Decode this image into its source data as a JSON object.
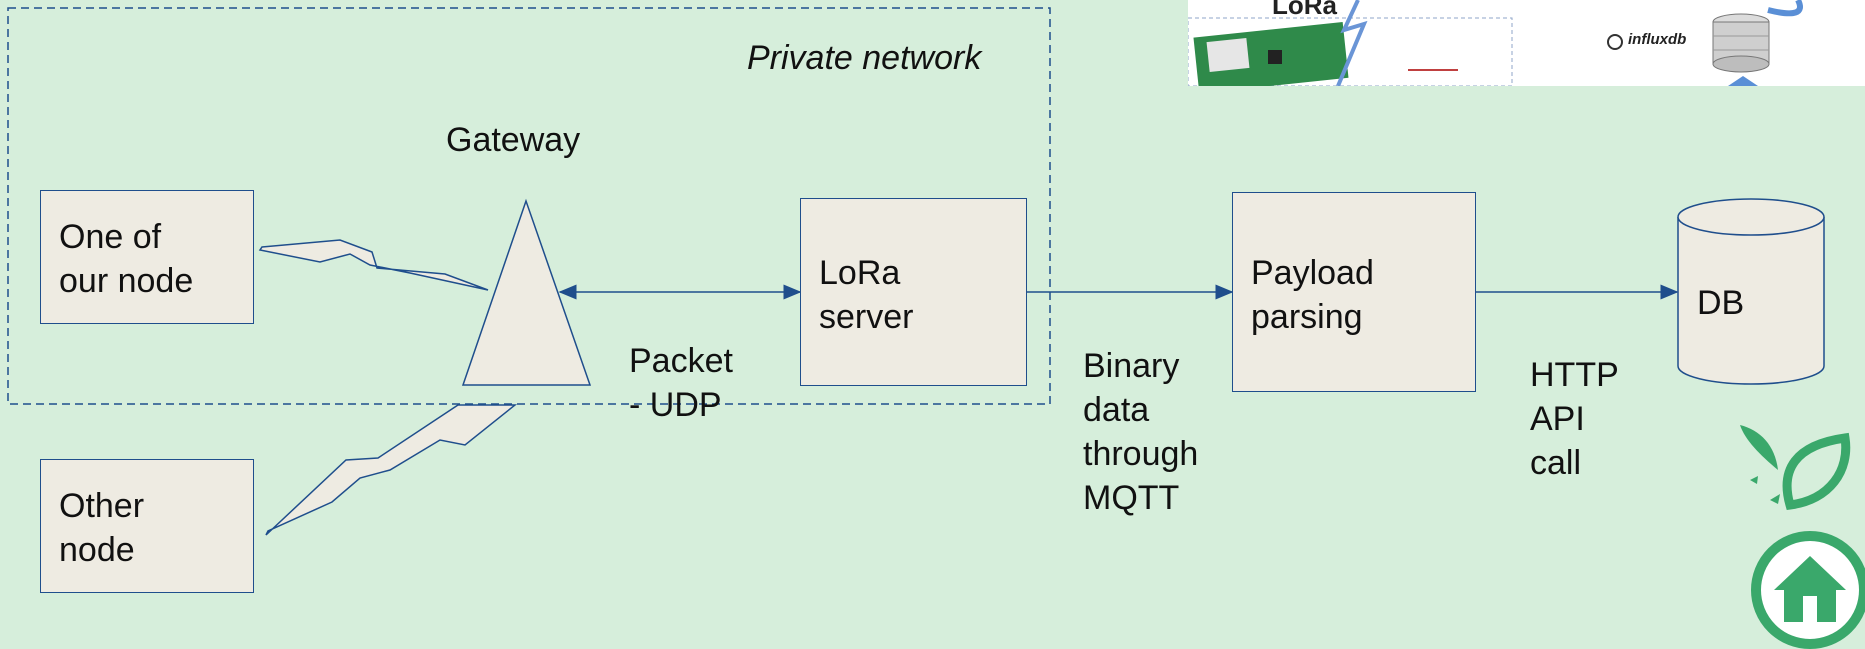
{
  "private_network": {
    "label": "Private network"
  },
  "gateway": {
    "label": "Gateway"
  },
  "nodes": [
    {
      "id": "one-of-our-node",
      "label": "One of\nour node"
    },
    {
      "id": "other-node",
      "label": "Other\nnode"
    }
  ],
  "lora_server": {
    "label": "LoRa\nserver"
  },
  "payload_parsing": {
    "label": "Payload\nparsing"
  },
  "db": {
    "label": "DB"
  },
  "edges": [
    {
      "from": "gateway",
      "to": "lora_server",
      "label": "Packet\n- UDP"
    },
    {
      "from": "lora_server",
      "to": "payload_parsing",
      "label": "Binary\ndata\nthrough\nMQTT"
    },
    {
      "from": "payload_parsing",
      "to": "db",
      "label": "HTTP\nAPI\ncall"
    }
  ],
  "thumbnail": {
    "lora_text": "LoRa",
    "influxdb_text": "influxdb"
  },
  "colors": {
    "background": "#d6eedb",
    "box_fill": "#eeebe2",
    "stroke": "#1f4e8c",
    "logo_green": "#3aa86b"
  }
}
